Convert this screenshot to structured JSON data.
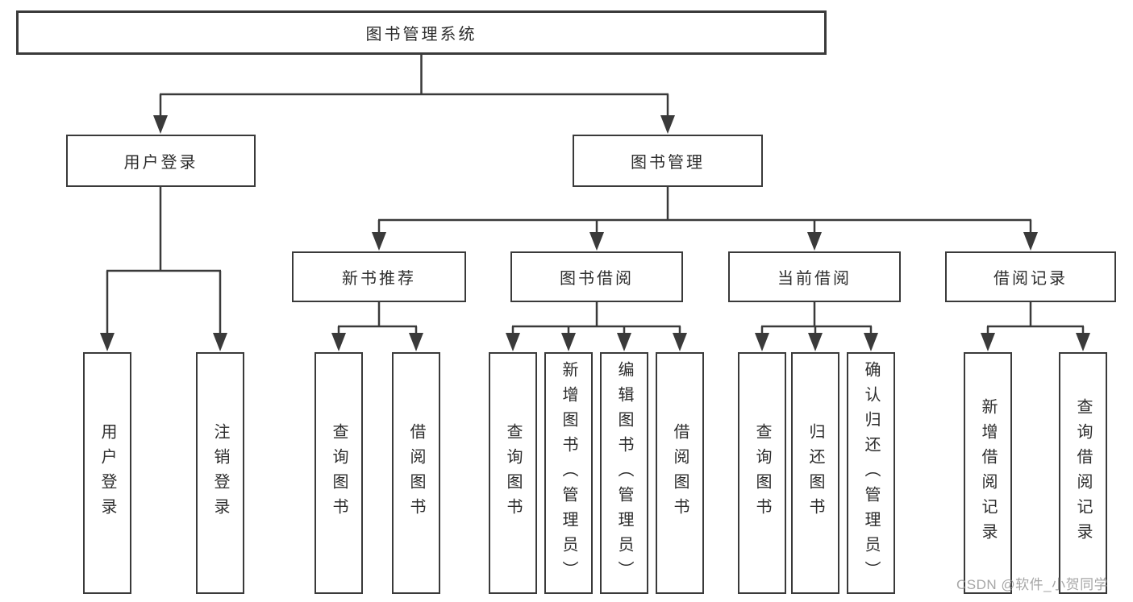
{
  "diagram": {
    "root": {
      "label": "图书管理系统"
    },
    "branches": [
      {
        "label": "用户登录"
      },
      {
        "label": "图书管理"
      }
    ],
    "modules": [
      {
        "label": "新书推荐"
      },
      {
        "label": "图书借阅"
      },
      {
        "label": "当前借阅"
      },
      {
        "label": "借阅记录"
      }
    ],
    "leaves": [
      {
        "label": "用户登录"
      },
      {
        "label": "注销登录"
      },
      {
        "label": "查询图书"
      },
      {
        "label": "借阅图书"
      },
      {
        "label": "查询图书"
      },
      {
        "label": "新增图书（管理员）"
      },
      {
        "label": "编辑图书（管理员）"
      },
      {
        "label": "借阅图书"
      },
      {
        "label": "查询图书"
      },
      {
        "label": "归还图书"
      },
      {
        "label": "确认归还（管理员）"
      },
      {
        "label": "新增借阅记录"
      },
      {
        "label": "查询借阅记录"
      }
    ]
  },
  "watermark": {
    "text": "CSDN @软件_小贺同学"
  },
  "colors": {
    "line": "#3a3a3a",
    "text": "#2d2d2d",
    "box_background": "#ffffff",
    "watermark": "#969696"
  }
}
